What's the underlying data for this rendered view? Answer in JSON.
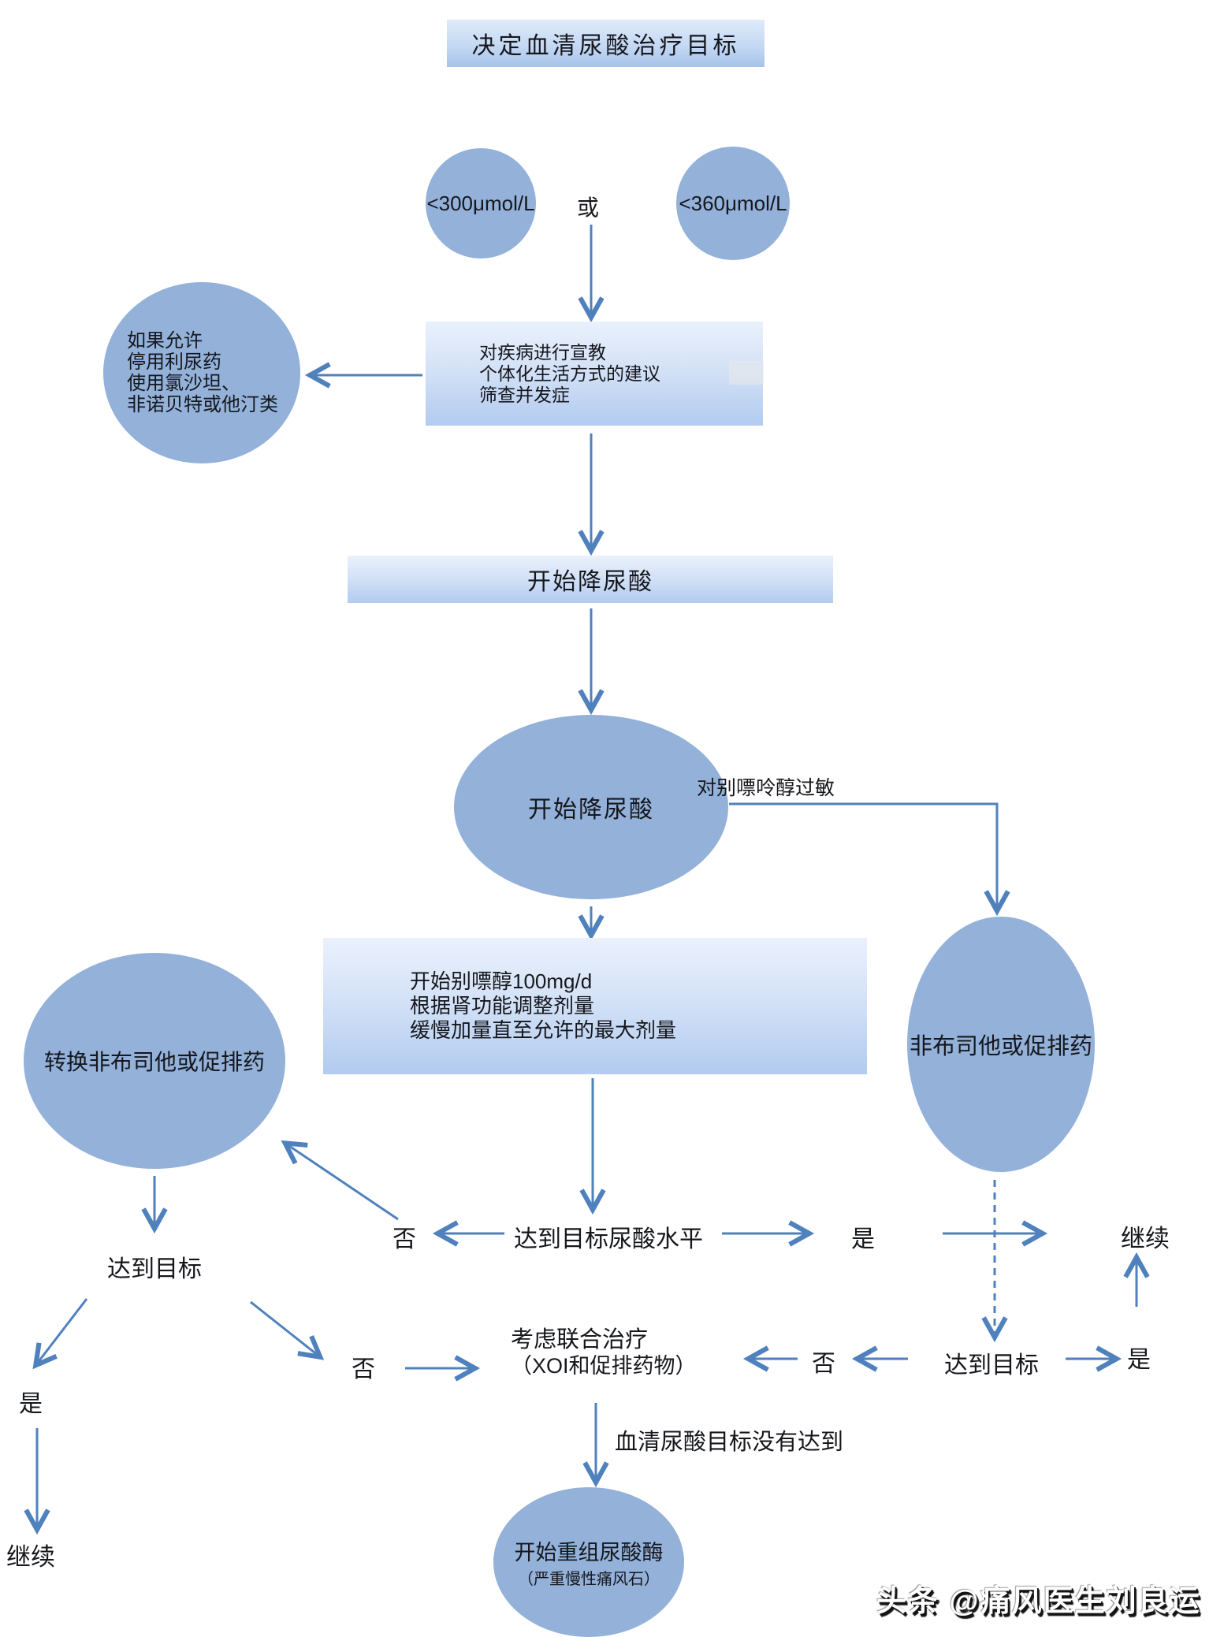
{
  "title": "决定血清尿酸治疗目标",
  "colors": {
    "arrow": "#4f81bd",
    "ellipse_fill": "#93b1d9",
    "box_gradient_top": "#eaf1fc",
    "box_gradient_bottom": "#b2cbef",
    "text": "#15171c"
  },
  "nodes": {
    "target300": "<300μmol/L",
    "or_label": "或",
    "target360": "<360μmol/L",
    "education": {
      "line1": "对疾病进行宣教",
      "line2": "个体化生活方式的建议",
      "line3": "筛查并发症"
    },
    "if_allowed": {
      "line1": "如果允许",
      "line2": "停用利尿药",
      "line3": "使用氯沙坦、",
      "line4": "非诺贝特或他汀类"
    },
    "start_ult_box": "开始降尿酸",
    "start_ult_ellipse": "开始降尿酸",
    "allergy_label": "对别嘌呤醇过敏",
    "allopurinol": {
      "line1": "开始别嘌醇100mg/d",
      "line2": "根据肾功能调整剂量",
      "line3": "缓慢加量直至允许的最大剂量"
    },
    "switch_febuxostat": "转换非布司他或促排药",
    "febuxostat": "非布司他或促排药",
    "target_question": "达到目标尿酸水平",
    "no1": "否",
    "yes1": "是",
    "continue_right": "继续",
    "target_left": "达到目标",
    "no2": "否",
    "combo": {
      "line1": "考虑联合治疗",
      "line2": "（XOI和促排药物）"
    },
    "no3": "否",
    "target_right": "达到目标",
    "yes2": "是",
    "not_reached": "血清尿酸目标没有达到",
    "uricase": {
      "line1": "开始重组尿酸酶",
      "line2": "（严重慢性痛风石）"
    },
    "yes3": "是",
    "continue_left": "继续"
  },
  "watermark": "头条 @痛风医生刘良运"
}
